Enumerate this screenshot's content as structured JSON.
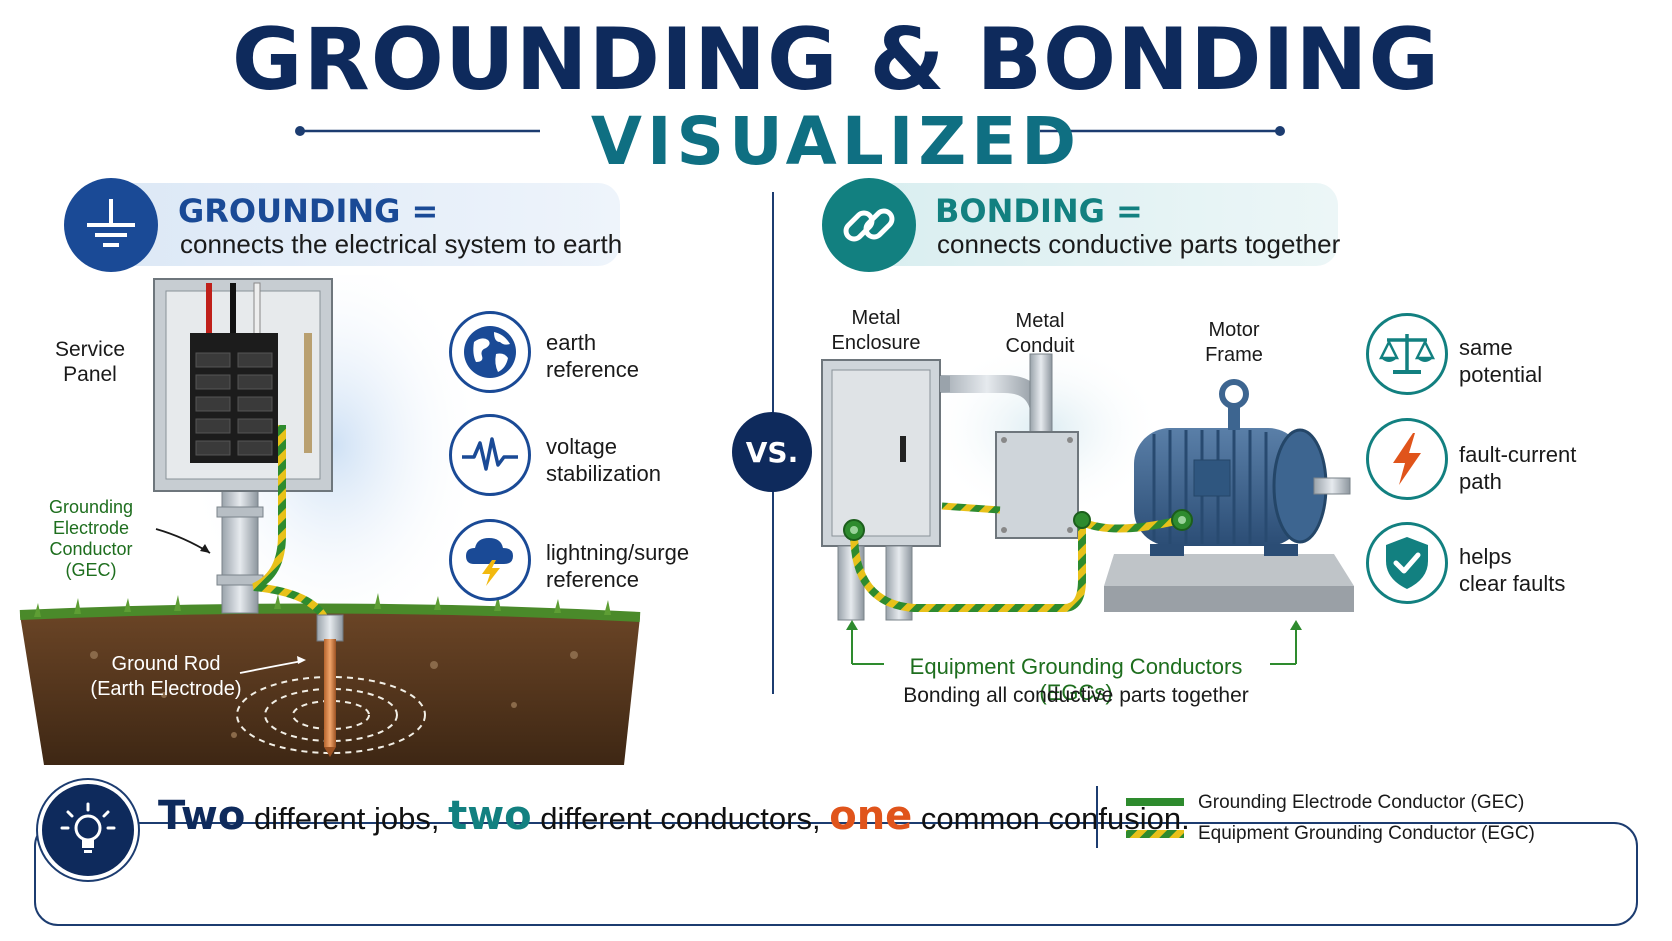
{
  "title": "GROUNDING & BONDING",
  "subtitle": "VISUALIZED",
  "grounding": {
    "heading": "GROUNDING =",
    "description": "connects the electrical system to earth",
    "panel_label": "Service\nPanel",
    "gec_label": "Grounding\nElectrode\nConductor\n(GEC)",
    "rod_label": "Ground Rod\n(Earth Electrode)",
    "features": [
      {
        "icon": "globe-icon",
        "text": "earth\nreference"
      },
      {
        "icon": "waveform-icon",
        "text": "voltage\nstabilization"
      },
      {
        "icon": "lightning-cloud-icon",
        "text": "lightning/surge\nreference"
      }
    ]
  },
  "vs_label": "VS.",
  "bonding": {
    "heading": "BONDING =",
    "description": "connects conductive parts together",
    "enclosure_label": "Metal\nEnclosure",
    "conduit_label": "Metal\nConduit",
    "motor_label": "Motor\nFrame",
    "egc_label": "Equipment Grounding Conductors (EGCs)",
    "egc_sub": "Bonding all conductive parts together",
    "features": [
      {
        "icon": "scales-icon",
        "text": "same\npotential"
      },
      {
        "icon": "bolt-icon",
        "text": "fault-current\npath"
      },
      {
        "icon": "shield-check-icon",
        "text": "helps\nclear faults"
      }
    ]
  },
  "banner": {
    "part1_big": "Two",
    "part1": " different jobs, ",
    "part2_big": "two",
    "part2": " different conductors, ",
    "part3_big": "one",
    "part3": " common confusion."
  },
  "legend": {
    "gec": "Grounding Electrode Conductor (GEC)",
    "egc": "Equipment Grounding Conductor (EGC)"
  },
  "colors": {
    "navy": "#0e2a5c",
    "teal": "#0f6f82",
    "green": "#2e8b2e",
    "orange": "#e0541b",
    "yellow": "#e8c11a"
  }
}
